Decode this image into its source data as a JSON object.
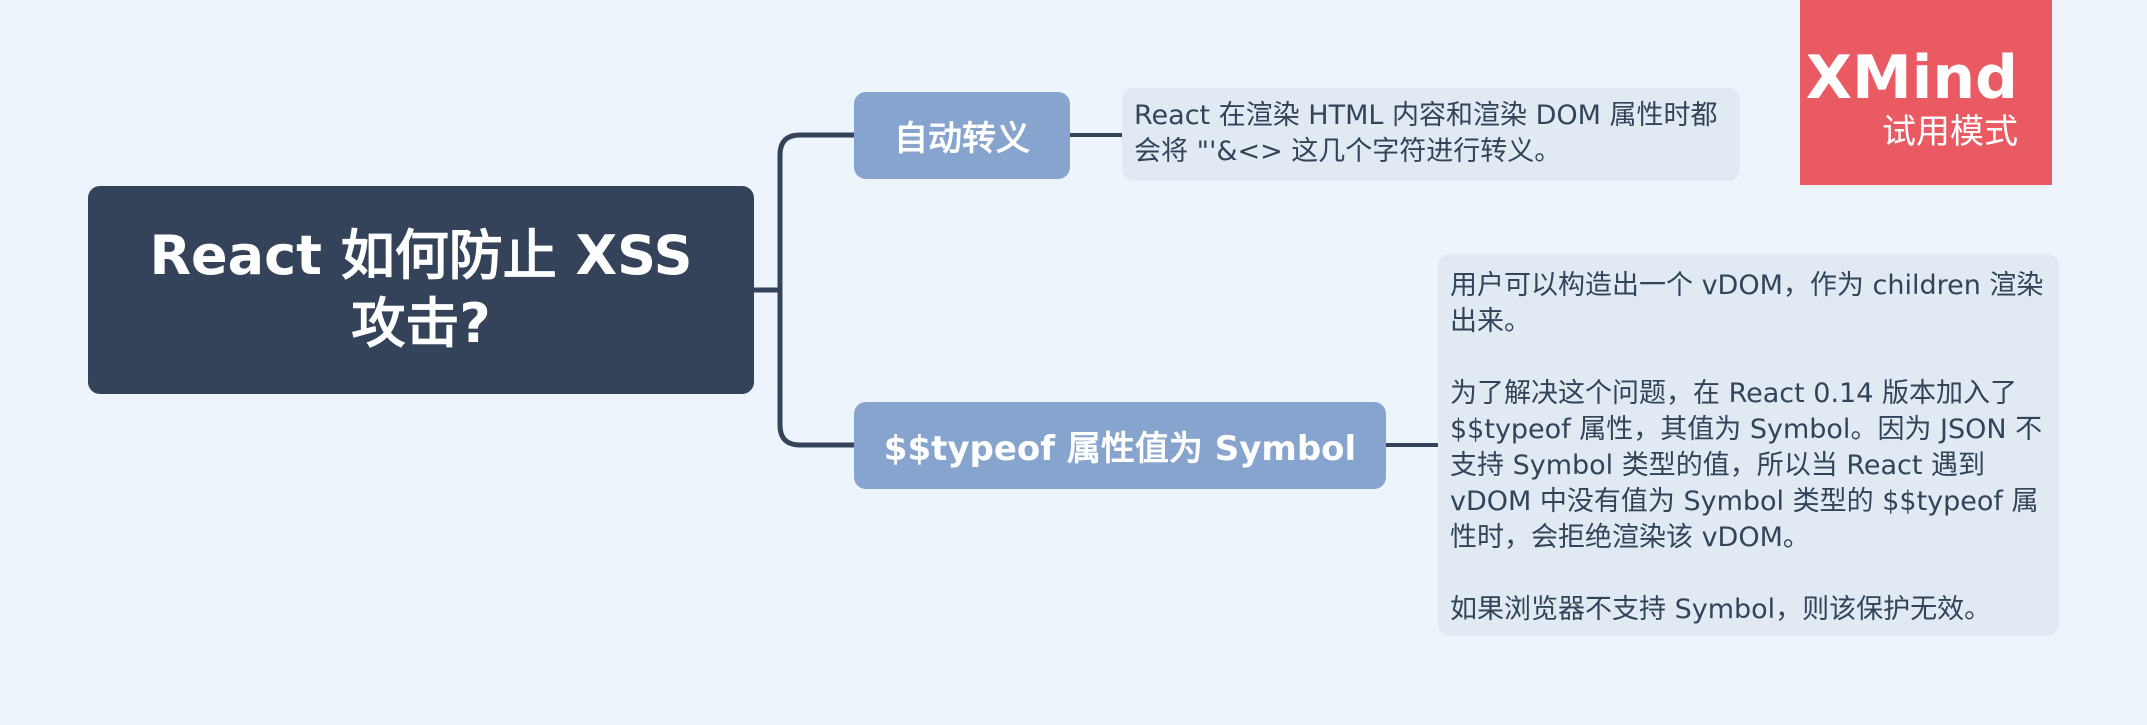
{
  "root": {
    "title": "React 如何防止 XSS 攻击?"
  },
  "branches": [
    {
      "label": "自动转义",
      "note": "React 在渲染 HTML 内容和渲染 DOM 属性时都会将 \"'&<> 这几个字符进行转义。"
    },
    {
      "label": "$$typeof 属性值为 Symbol",
      "note_paragraphs": [
        "用户可以构造出一个 vDOM，作为 children 渲染出来。",
        "为了解决这个问题，在 React 0.14 版本加入了 $$typeof 属性，其值为 Symbol。因为 JSON 不支持 Symbol 类型的值，所以当 React 遇到 vDOM 中没有值为 Symbol 类型的 $$typeof 属性时，会拒绝渲染该 vDOM。",
        "如果浏览器不支持 Symbol，则该保护无效。"
      ]
    }
  ],
  "watermark": {
    "brand": "XMind",
    "mode": "试用模式"
  },
  "colors": {
    "background": "#edf4fb",
    "root": "#34435a",
    "branch": "#86a4cd",
    "note": "#e1e9f2",
    "connector": "#34435a",
    "watermark": "#ea5a63"
  }
}
